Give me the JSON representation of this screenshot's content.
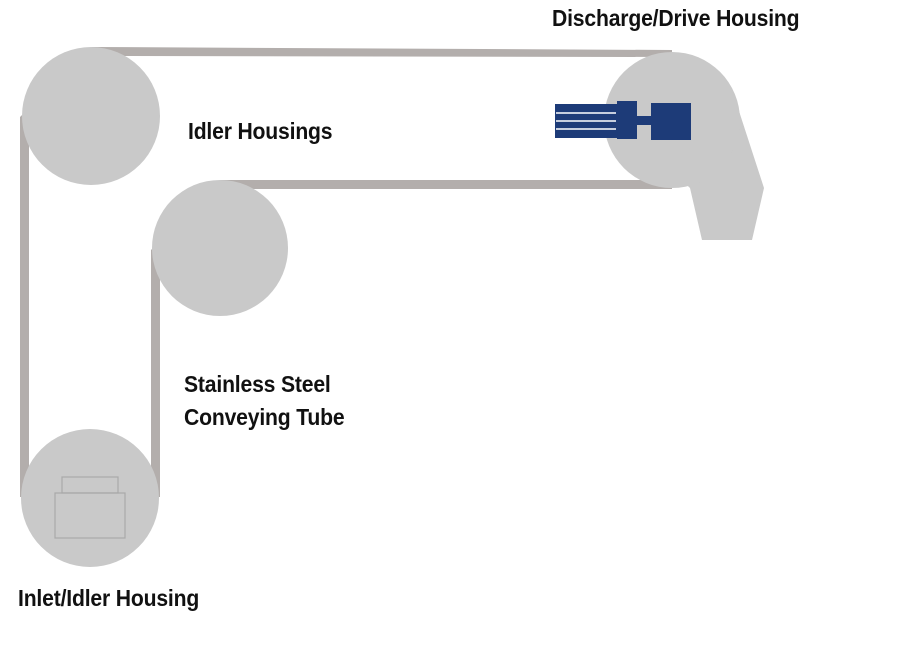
{
  "labels": {
    "discharge": "Discharge/Drive Housing",
    "idler": "Idler Housings",
    "tube_line1": "Stainless Steel",
    "tube_line2": "Conveying Tube",
    "inlet": "Inlet/Idler Housing"
  },
  "colors": {
    "housing": "#c9c9c9",
    "tube": "#b3aeac",
    "housing_outline": "#a9a9a9",
    "motor": "#1d3b78",
    "text": "#111111"
  }
}
